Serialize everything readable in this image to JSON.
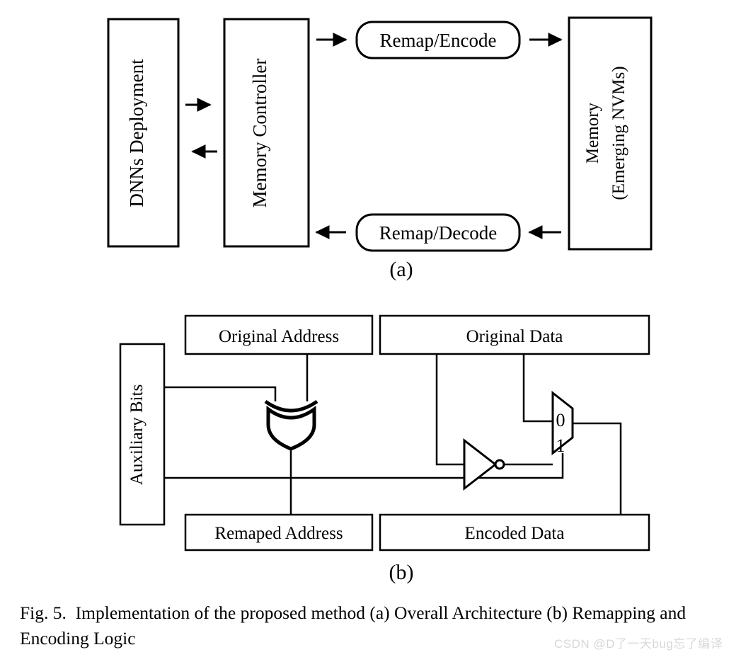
{
  "figure": {
    "caption_prefix": "Fig. 5.",
    "caption_text": "Implementation of the proposed method (a) Overall Architecture (b) Remapping and Encoding Logic",
    "subfigure_a_label": "(a)",
    "subfigure_b_label": "(b)",
    "ink_color": "#000000",
    "background_color": "#ffffff"
  },
  "diagram_a": {
    "title": "Overall Architecture",
    "blocks": [
      {
        "id": "dnns",
        "label": "DNNs Deployment",
        "shape": "rect",
        "orientation": "vertical"
      },
      {
        "id": "memctrl",
        "label": "Memory Controller",
        "shape": "rect",
        "orientation": "vertical"
      },
      {
        "id": "encode",
        "label": "Remap/Encode",
        "shape": "rounded-rect",
        "orientation": "horizontal"
      },
      {
        "id": "decode",
        "label": "Remap/Decode",
        "shape": "rounded-rect",
        "orientation": "horizontal"
      },
      {
        "id": "memory",
        "label_line1": "Memory",
        "label_line2": "(Emerging NVMs)",
        "shape": "rect",
        "orientation": "vertical"
      }
    ],
    "arrows": [
      {
        "from": "dnns",
        "to": "memctrl",
        "direction": "right"
      },
      {
        "from": "memctrl",
        "to": "dnns",
        "direction": "left"
      },
      {
        "from": "memctrl",
        "to": "encode",
        "direction": "right"
      },
      {
        "from": "encode",
        "to": "memory",
        "direction": "right"
      },
      {
        "from": "memory",
        "to": "decode",
        "direction": "left"
      },
      {
        "from": "decode",
        "to": "memctrl",
        "direction": "left"
      }
    ]
  },
  "diagram_b": {
    "title": "Remapping and Encoding Logic",
    "blocks": [
      {
        "id": "aux",
        "label": "Auxiliary Bits",
        "orientation": "vertical"
      },
      {
        "id": "orig_addr",
        "label": "Original Address",
        "orientation": "horizontal"
      },
      {
        "id": "orig_data",
        "label": "Original Data",
        "orientation": "horizontal"
      },
      {
        "id": "remapped_addr",
        "label": "Remaped Address",
        "orientation": "horizontal"
      },
      {
        "id": "encoded_data",
        "label": "Encoded Data",
        "orientation": "horizontal"
      }
    ],
    "gates": [
      {
        "id": "xor",
        "type": "xor-gate",
        "inputs": [
          "aux",
          "orig_addr"
        ],
        "output": "remapped_addr"
      },
      {
        "id": "inverter",
        "type": "not-gate",
        "inputs": [
          "orig_data"
        ],
        "output": "mux-input-1"
      },
      {
        "id": "mux",
        "type": "multiplexer",
        "select": "aux",
        "port_labels": [
          "0",
          "1"
        ],
        "output": "encoded_data"
      }
    ],
    "mux_labels": {
      "port0": "0",
      "port1": "1"
    }
  },
  "watermark": {
    "text": "CSDN @D了一天bug忘了编译",
    "color": "#d8d8d8"
  }
}
